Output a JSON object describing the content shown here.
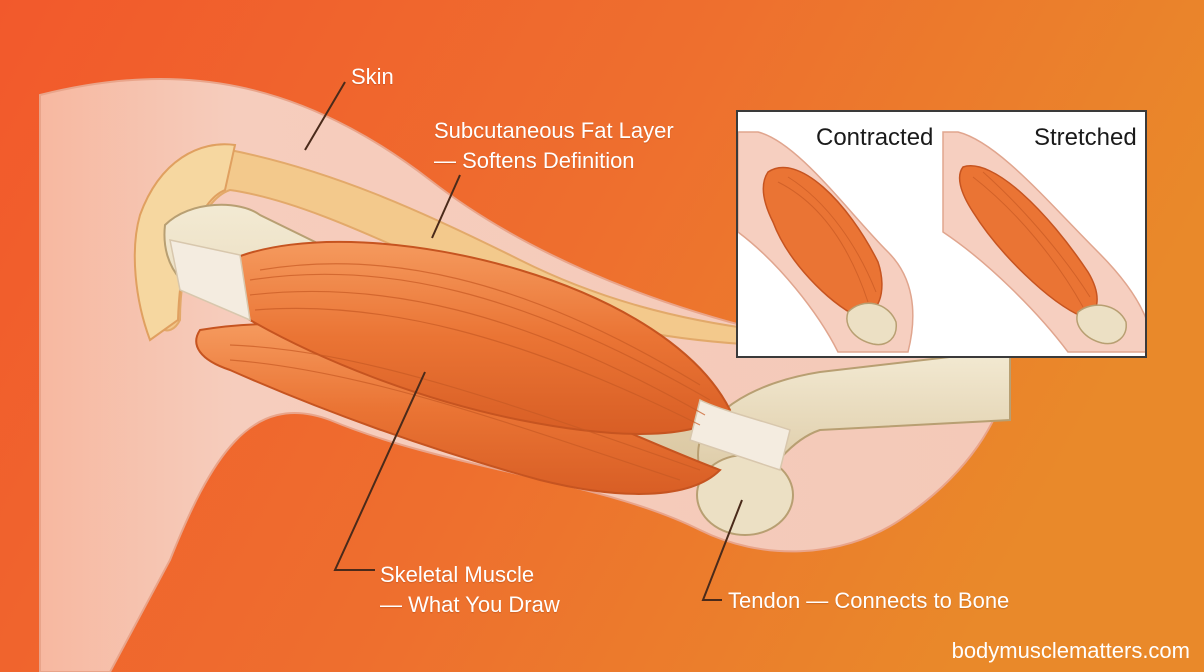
{
  "labels": {
    "skin": "Skin",
    "fat_line1": "Subcutaneous Fat Layer",
    "fat_line2": "— Softens Definition",
    "muscle_line1": "Skeletal Muscle",
    "muscle_line2": "— What You Draw",
    "tendon": "Tendon — Connects to Bone"
  },
  "inset": {
    "contracted": "Contracted",
    "stretched": "Stretched"
  },
  "watermark": "bodymusclematters.com",
  "colors": {
    "background_start": "#f2612f",
    "background_end": "#e8822a",
    "skin": "#f6cfc0",
    "fat": "#f3c98a",
    "muscle": "#ea7a3a",
    "bone": "#e9dcc0",
    "tendon": "#f4ece0",
    "leader_line": "#4a2a1a"
  }
}
